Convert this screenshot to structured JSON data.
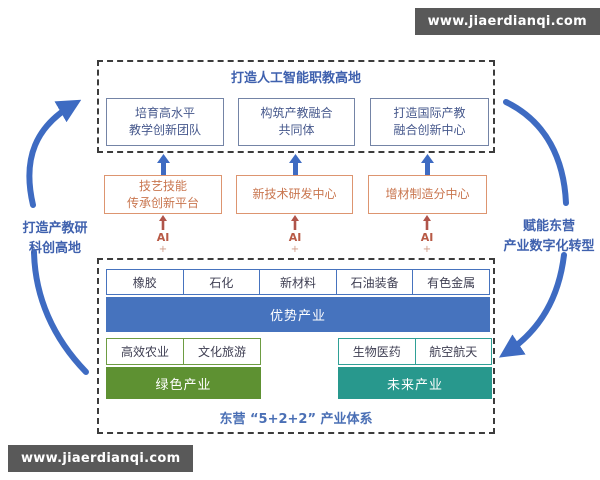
{
  "watermarks": {
    "top": "www.jiaerdianqi.com",
    "bottom": "www.jiaerdianqi.com"
  },
  "education_zone": {
    "title": "打造人工智能职教高地",
    "boxes": [
      "培育高水平\n教学创新团队",
      "构筑产教融合\n共同体",
      "打造国际产教\n融合创新中心"
    ]
  },
  "platform_row": {
    "boxes": [
      "技艺技能\n传承创新平台",
      "新技术研发中心",
      "增材制造分中心"
    ],
    "ai_label": "AI",
    "plus_label": "+"
  },
  "industry_zone": {
    "caption": "东营 “5+2+2” 产业体系",
    "advantage_cells": [
      "橡胶",
      "石化",
      "新材料",
      "石油装备",
      "有色金属"
    ],
    "advantage_bar": "优势产业",
    "green_cells": [
      "高效农业",
      "文化旅游"
    ],
    "green_bar": "绿色产业",
    "future_cells": [
      "生物医药",
      "航空航天"
    ],
    "future_bar": "未来产业"
  },
  "side_labels": {
    "left": "打造产教研\n科创高地",
    "right": "赋能东营\n产业数字化转型"
  },
  "colors": {
    "accent_blue": "#3e6bc2",
    "bar_blue": "#4673be",
    "orange_text": "#c9764f",
    "orange_border": "#dd9570",
    "ai_red": "#b0544a",
    "green_bar": "#5e9132",
    "teal_bar": "#28988d",
    "title_blue": "#3f61ae",
    "watermark_gray": "#595959"
  }
}
